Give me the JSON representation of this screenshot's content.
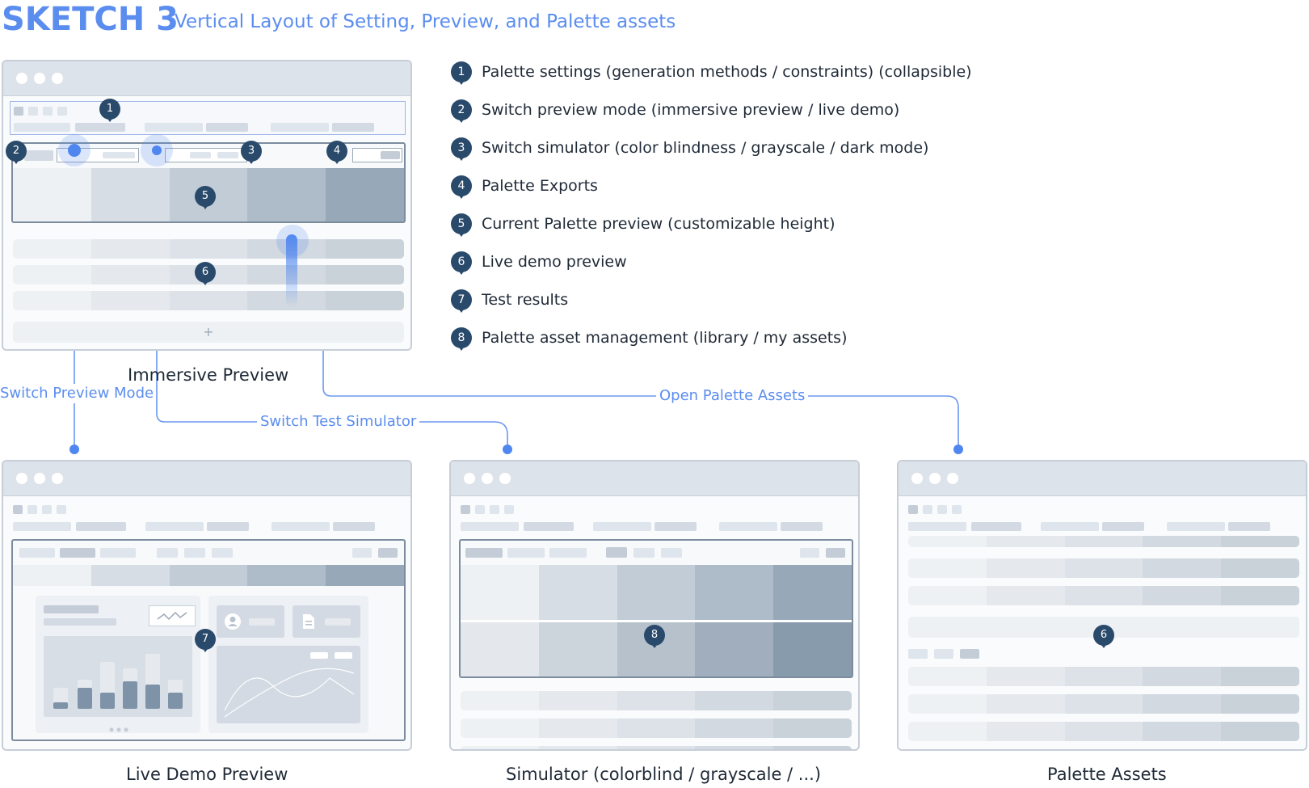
{
  "header": {
    "title": "SKETCH 3",
    "subtitle": "Vertical Layout of Setting, Preview, and Palette assets"
  },
  "legend": [
    {
      "num": "1",
      "text": "Palette settings (generation methods / constraints) (collapsible)"
    },
    {
      "num": "2",
      "text": "Switch preview mode (immersive preview / live demo)"
    },
    {
      "num": "3",
      "text": "Switch simulator (color blindness / grayscale / dark mode)"
    },
    {
      "num": "4",
      "text": "Palette Exports"
    },
    {
      "num": "5",
      "text": "Current Palette preview (customizable height)"
    },
    {
      "num": "6",
      "text": "Live demo preview"
    },
    {
      "num": "7",
      "text": "Test results"
    },
    {
      "num": "8",
      "text": "Palette asset management (library / my assets)"
    }
  ],
  "captions": {
    "immersive": "Immersive Preview",
    "live_demo": "Live Demo Preview",
    "simulator": "Simulator (colorblind / grayscale / ...)",
    "assets": "Palette Assets"
  },
  "flows": {
    "switch_preview_mode": "Switch Preview Mode",
    "switch_test_simulator": "Switch Test Simulator",
    "open_palette_assets": "Open Palette Assets"
  },
  "markers": {
    "m1": "1",
    "m2": "2",
    "m3": "3",
    "m4": "4",
    "m5": "5",
    "m6": "6",
    "m7": "7",
    "m8": "8",
    "m6b": "6"
  },
  "add_symbol": "+",
  "colors": {
    "accent": "#5b8def",
    "marker": "#2a4a6b",
    "swatches": [
      "#eef1f4",
      "#d7dde4",
      "#c2ccd6",
      "#aebbc8",
      "#97a9b9"
    ]
  },
  "icons": {
    "chart_icon": "chart-line-icon",
    "user_icon": "user-icon",
    "document_icon": "document-icon"
  }
}
